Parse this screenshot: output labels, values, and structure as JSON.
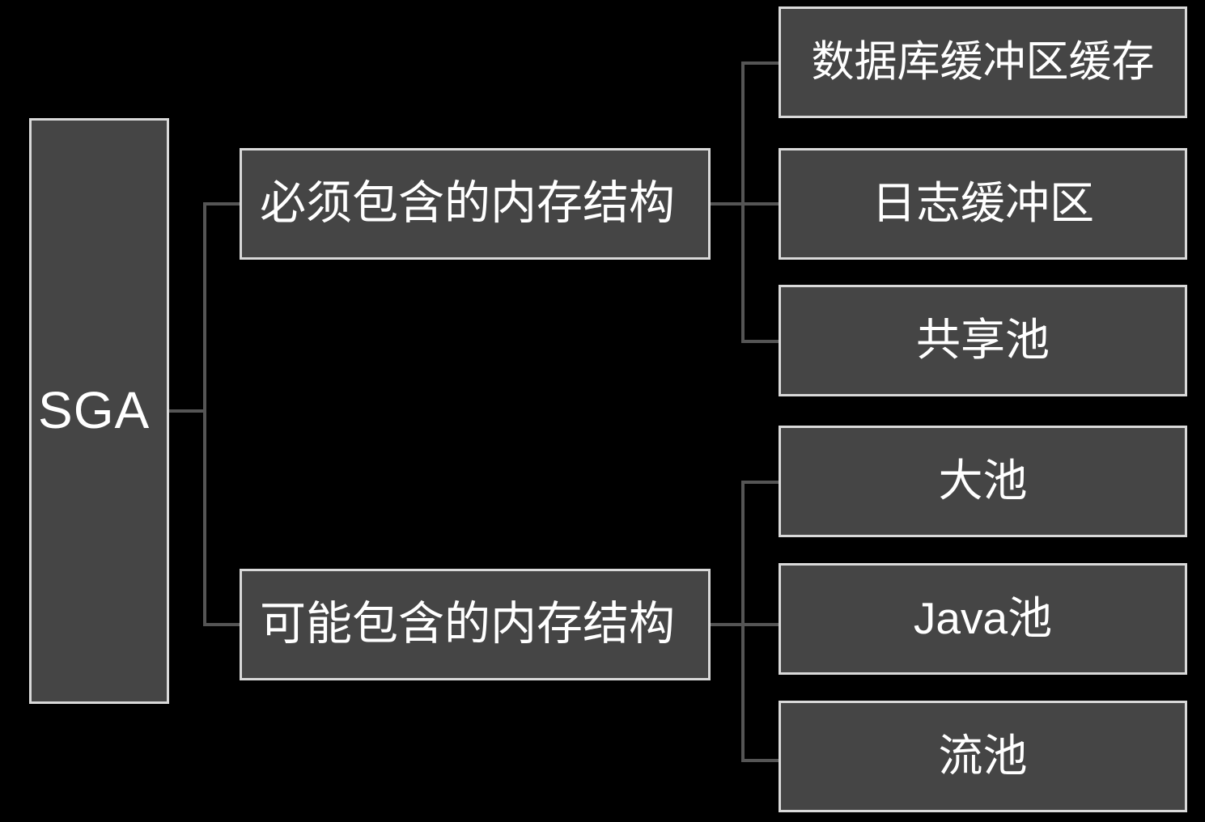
{
  "diagram": {
    "type": "tree",
    "background_color": "#000000",
    "node_fill_color": "#454545",
    "node_border_color": "#d9d9d9",
    "node_text_color": "#ffffff",
    "connector_color": "#555555",
    "root": {
      "label": "SGA"
    },
    "branches": [
      {
        "label": "必须包含的内存结构",
        "children": [
          {
            "label": "数据库缓冲区缓存"
          },
          {
            "label": "日志缓冲区"
          },
          {
            "label": "共享池"
          }
        ]
      },
      {
        "label": "可能包含的内存结构",
        "children": [
          {
            "label": "大池"
          },
          {
            "label": "Java池"
          },
          {
            "label": "流池"
          }
        ]
      }
    ]
  }
}
